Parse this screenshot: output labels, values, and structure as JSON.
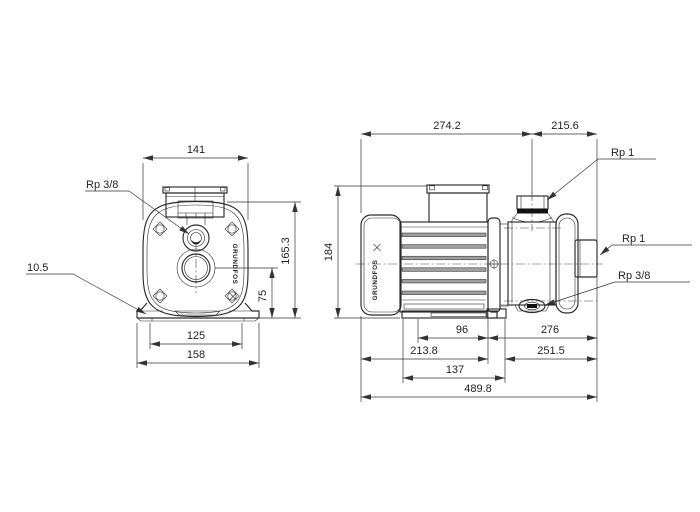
{
  "front": {
    "dim_top_width": "141",
    "label_top_port": "Rp 3/8",
    "label_foot_hole": "10.5",
    "dim_height": "165.3",
    "dim_port_height": "75",
    "dim_bolt_span": "125",
    "dim_base_width": "158",
    "brand": "GRUNDFOS"
  },
  "side": {
    "dim_back_to_port": "274.2",
    "dim_port_to_front": "215.6",
    "dim_height": "184",
    "dim_foot_slot": "96",
    "dim_port_to_end": "276",
    "dim_motor_section": "213.8",
    "dim_pump_section": "251.5",
    "dim_foot_length": "137",
    "dim_total_length": "489.8",
    "label_discharge_port": "Rp 1",
    "label_suction_port": "Rp 1",
    "label_drain_port": "Rp 3/8",
    "brand": "GRUNDFOS"
  }
}
